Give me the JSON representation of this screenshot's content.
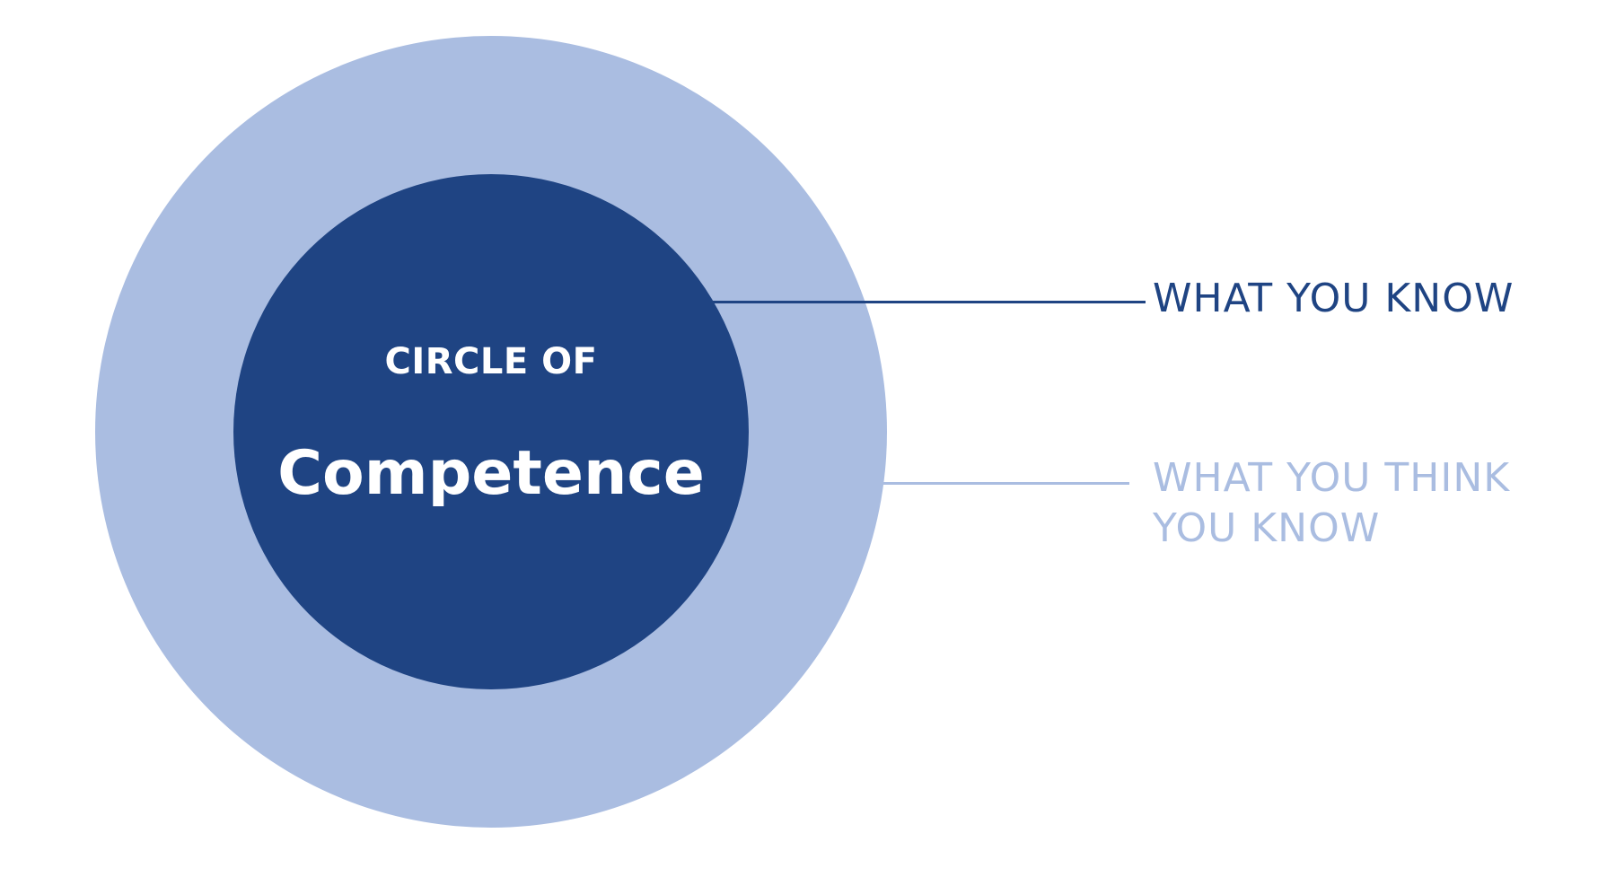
{
  "diagram": {
    "title_small": "CIRCLE OF",
    "title_large": "Competence",
    "labels": {
      "inner": "WHAT YOU KNOW",
      "outer": "WHAT YOU THINK YOU KNOW"
    }
  },
  "colors": {
    "background": "#ffffff",
    "outer_circle": "#aabde1",
    "inner_circle": "#1f4483",
    "inner_label": "#1f4483",
    "outer_label": "#aabde1",
    "inner_line": "#1f4483",
    "outer_line": "#aabde1"
  }
}
